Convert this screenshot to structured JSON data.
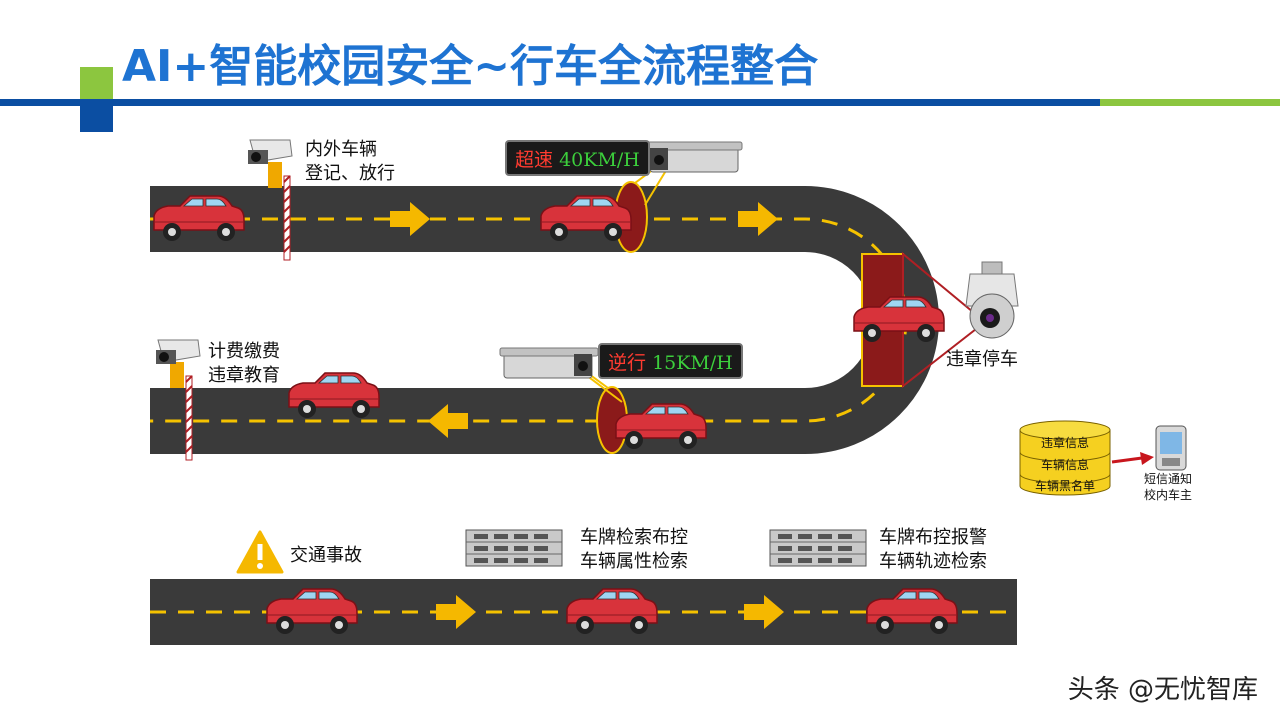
{
  "title": "AI+智能校园安全~行车全流程整合",
  "labels": {
    "gate_in_line1": "内外车辆",
    "gate_in_line2": "登记、放行",
    "gate_out_line1": "计费缴费",
    "gate_out_line2": "违章教育",
    "illegal_parking": "违章停车",
    "accident": "交通事故",
    "nvr1_line1": "车牌检索布控",
    "nvr1_line2": "车辆属性检索",
    "nvr2_line1": "车牌布控报警",
    "nvr2_line2": "车辆轨迹检索"
  },
  "signs": {
    "speeding_word": "超速",
    "speeding_value": "40KM/H",
    "reverse_word": "逆行",
    "reverse_value": "15KM/H"
  },
  "database": {
    "items": [
      "违章信息",
      "车辆信息",
      "车辆黑名单"
    ]
  },
  "notification": {
    "line1": "短信通知",
    "line2": "校内车主"
  },
  "watermark": "头条 @无忧智库",
  "colors": {
    "title_blue": "#1e73d2",
    "brand_blue": "#0b4ea2",
    "brand_green": "#8cc63f",
    "road": "#3a3a3a",
    "lane": "#f5c200",
    "arrow": "#f5b800",
    "car": "#d8333b",
    "alert_red": "#ff3b30",
    "led_green": "#3ccf3c"
  }
}
